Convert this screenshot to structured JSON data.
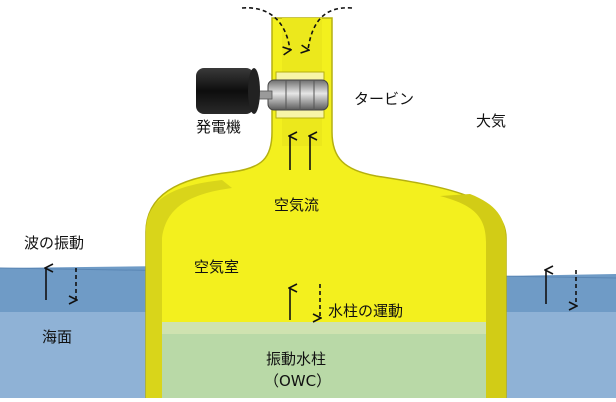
{
  "labels": {
    "generator": "発電機",
    "turbine": "タービン",
    "atmosphere": "大気",
    "airflow": "空気流",
    "wave_motion": "波の振動",
    "air_chamber": "空気室",
    "water_column_motion": "水柱の運動",
    "sea_surface": "海面",
    "owc_name": "振動水柱",
    "owc_abbrev": "（OWC）"
  },
  "colors": {
    "chamber_yellow": "#f3f01e",
    "chamber_shadow": "#c9c412",
    "sea_upper": "#6f9bc6",
    "sea_lower": "#8fb2d6",
    "inner_water": "#b9d9a7",
    "generator_body": "#1a1a1a"
  }
}
